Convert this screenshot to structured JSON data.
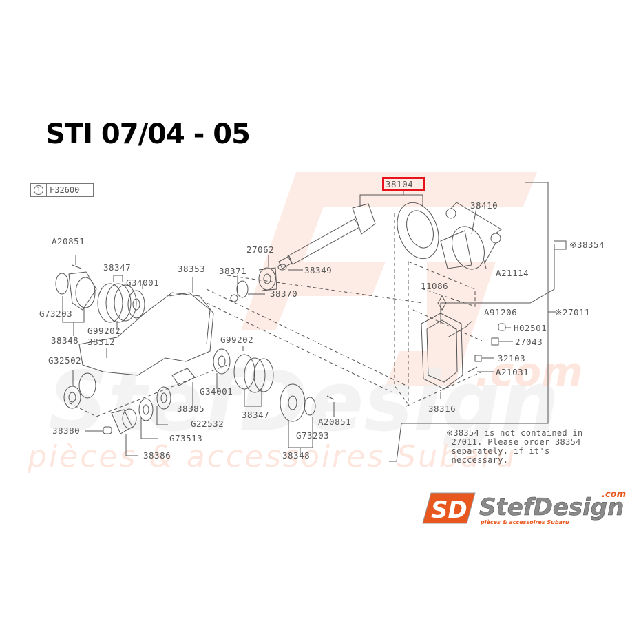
{
  "title": "STI 07/04 - 05",
  "reference": {
    "marker": "1",
    "code": "F32600"
  },
  "highlighted_part": "38104",
  "labels": {
    "p38104": "38104",
    "p38410": "38410",
    "p38354": "※38354",
    "p21114": "A21114",
    "p20851_top": "A20851",
    "p38347_top": "38347",
    "p34001_top": "G34001",
    "p38353": "38353",
    "p38371": "38371",
    "p27062": "27062",
    "p38349": "38349",
    "p38370": "38370",
    "p73203_left": "G73203",
    "p99202_left": "G99202",
    "p38348_left": "38348",
    "p38312": "38312",
    "p99202_right": "G99202",
    "p11086": "11086",
    "p91206": "A91206",
    "p27011": "※27011",
    "p02501": "H02501",
    "p27043": "27043",
    "p32103": "32103",
    "p21031": "A21031",
    "p32502": "G32502",
    "p34001_bottom": "G34001",
    "p38385": "38385",
    "p22532": "G22532",
    "p38347_bottom": "38347",
    "p20851_bottom": "A20851",
    "p38316": "38316",
    "p38380": "38380",
    "p73513": "G73513",
    "p73203_right": "G73203",
    "p38386": "38386",
    "p38348_right": "38348"
  },
  "note": "※38354 is not contained in\n 27011. Please order 38354\n separately, if it's\n neccessary.",
  "watermark": {
    "line1": "StefDesign",
    "dotcom": ".com",
    "tagline": "pièces & accessoires Subaru"
  },
  "logo": {
    "mark": "SD",
    "name": "StefDesign",
    "dotcom": ".com",
    "tagline": "pièces & accessoires Subaru",
    "accent": "#e8581e",
    "text_color": "#7a7a7a"
  },
  "colors": {
    "highlight": "#e8141c",
    "lines": "#555555",
    "watermark": "#fde4dc"
  }
}
